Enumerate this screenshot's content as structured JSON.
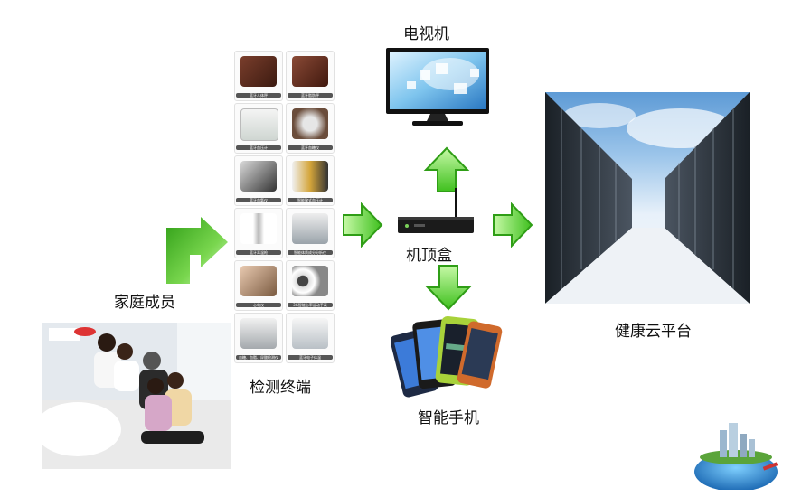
{
  "labels": {
    "tv": "电视机",
    "family": "家庭成员",
    "terminals": "检测终端",
    "settop": "机顶盒",
    "cloud": "健康云平台",
    "phone": "智能手机"
  },
  "terminals_grid": [
    {
      "caption": "蓝牙人体秤",
      "icon": "body-scale-icon"
    },
    {
      "caption": "蓝牙脂肪秤",
      "icon": "fat-scale-icon"
    },
    {
      "caption": "蓝牙血压计",
      "icon": "blood-pressure-monitor-icon"
    },
    {
      "caption": "蓝牙血糖仪",
      "icon": "glucose-meter-icon"
    },
    {
      "caption": "蓝牙血氧仪",
      "icon": "oximeter-icon"
    },
    {
      "caption": "智能腕式血压计",
      "icon": "wrist-bp-icon"
    },
    {
      "caption": "蓝牙耳温枪",
      "icon": "ear-thermometer-icon"
    },
    {
      "caption": "智能体质成分分析仪",
      "icon": "body-composition-analyzer-icon"
    },
    {
      "caption": "心电仪",
      "icon": "ecg-device-icon"
    },
    {
      "caption": "3G智能心率运动手表",
      "icon": "heart-rate-watch-icon"
    },
    {
      "caption": "血糖、血脂、尿酸检测仪",
      "icon": "lipid-meter-icon"
    },
    {
      "caption": "蓝牙电子体温",
      "icon": "thermometer-icon"
    }
  ],
  "colors": {
    "arrow_green_light": "#b9f59a",
    "arrow_green_dark": "#2f9e16",
    "arrow_big_green": "#3fa91f"
  }
}
